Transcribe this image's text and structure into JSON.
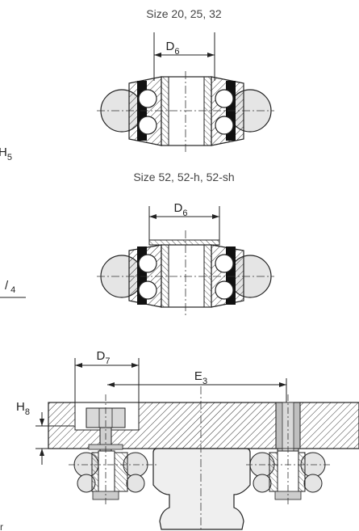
{
  "captions": {
    "top": "Size 20, 25, 32",
    "middle": "Size 52, 52-h, 52-sh"
  },
  "dimensions": {
    "d6_top": {
      "main": "D",
      "sub": "6"
    },
    "d6_mid": {
      "main": "D",
      "sub": "6"
    },
    "d7": {
      "main": "D",
      "sub": "7"
    },
    "e3": {
      "main": "E",
      "sub": "3"
    },
    "h8": {
      "main": "H",
      "sub": "8"
    },
    "h5_partial": {
      "main": "H",
      "sub": "5"
    },
    "w4_partial": {
      "main": "/",
      "sub": "4"
    }
  },
  "edge_fragment": "r"
}
